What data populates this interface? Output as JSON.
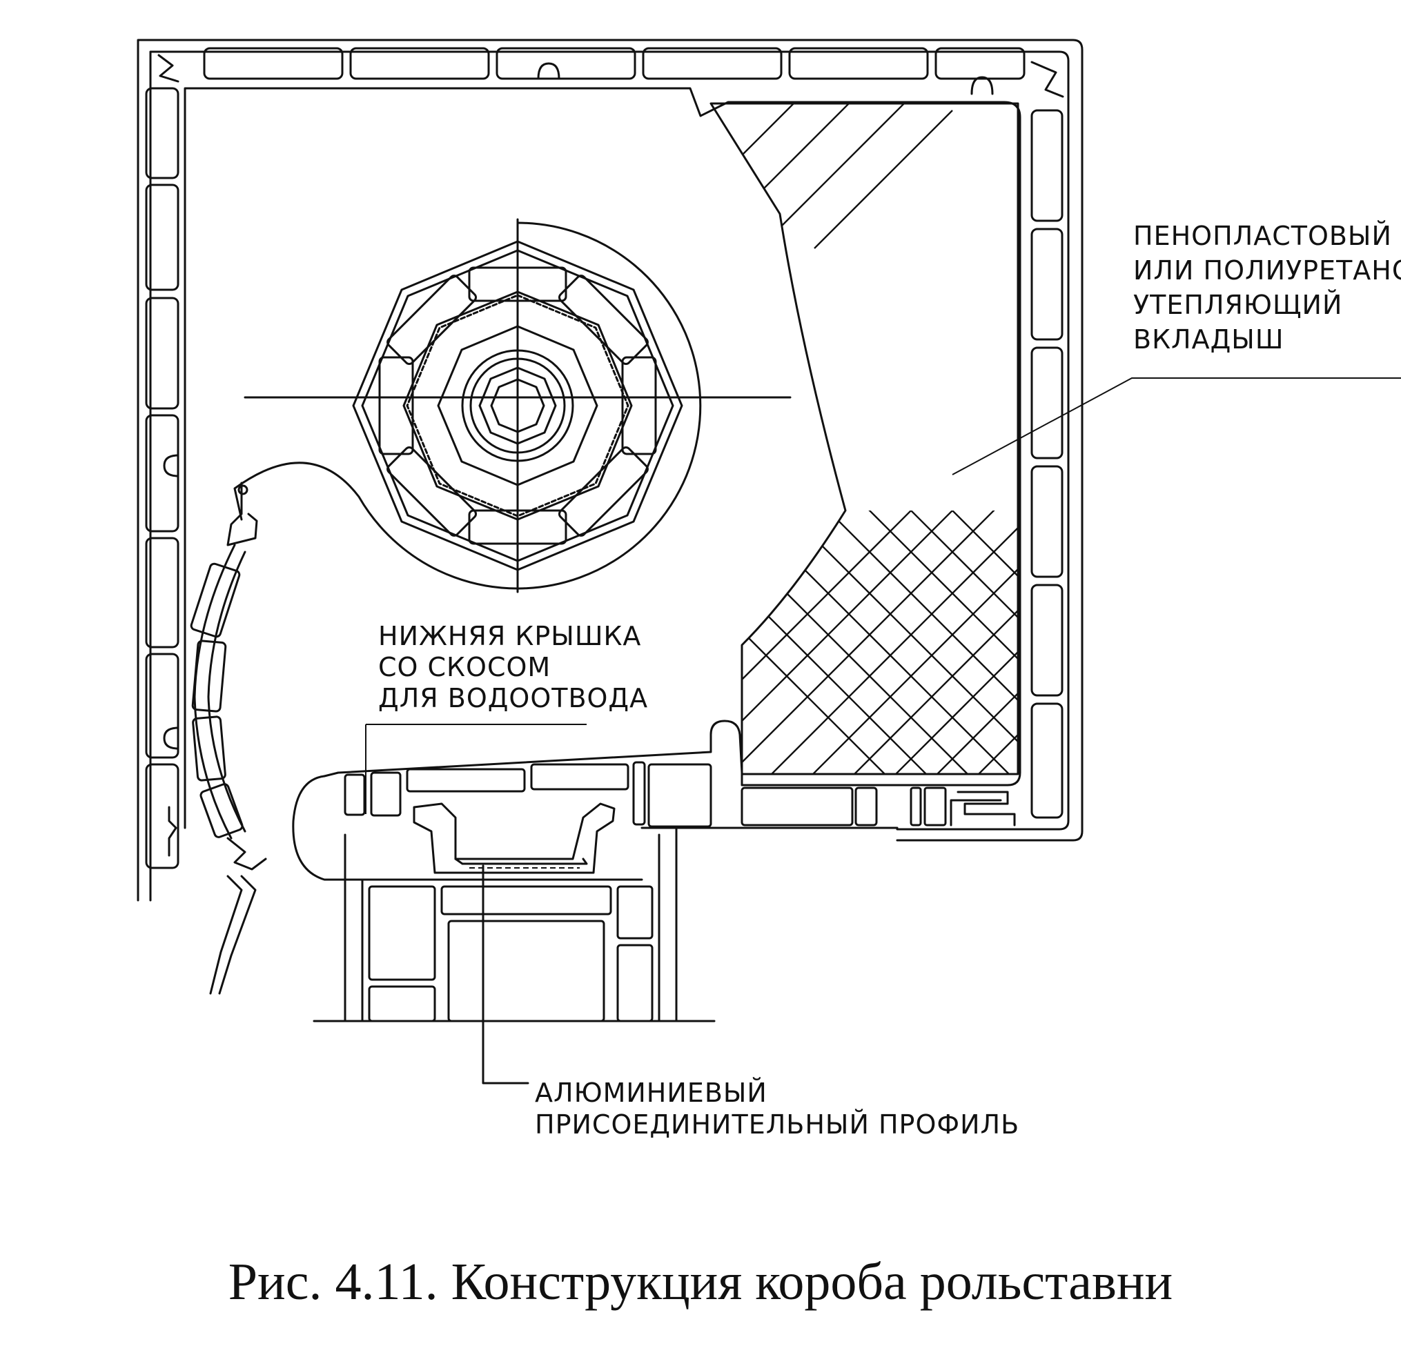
{
  "labels": {
    "insulation": [
      "ПЕНОПЛАСТОВЫЙ",
      "ИЛИ ПОЛИУРЕТАНО",
      "УТЕПЛЯЮЩИЙ",
      "ВКЛАДЫШ"
    ],
    "bottom_cover": [
      "НИЖНЯЯ КРЫШКА",
      "СО СКОСОМ",
      "ДЛЯ ВОДООТВОДА"
    ],
    "aluminium_profile": [
      "АЛЮМИНИЕВЫЙ",
      "ПРИСОЕДИНИТЕЛЬНЫЙ ПРОФИЛЬ"
    ]
  },
  "caption": "Рис. 4.11. Конструкция короба рольставни"
}
